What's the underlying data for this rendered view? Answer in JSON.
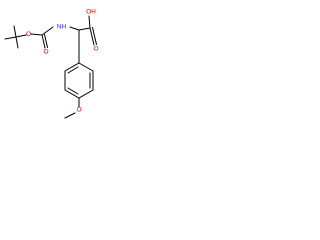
{
  "colors": {
    "bond": "#000000",
    "oxygen": "#e00000",
    "nitrogen": "#2a2ad8",
    "background": "#ffffff"
  },
  "labels": {
    "ester_o_single": "O",
    "carbonyl_o_carbamate": "O",
    "nh": "NH",
    "oh": "OH",
    "carbonyl_o_acid": "O",
    "methoxy_o": "O"
  }
}
